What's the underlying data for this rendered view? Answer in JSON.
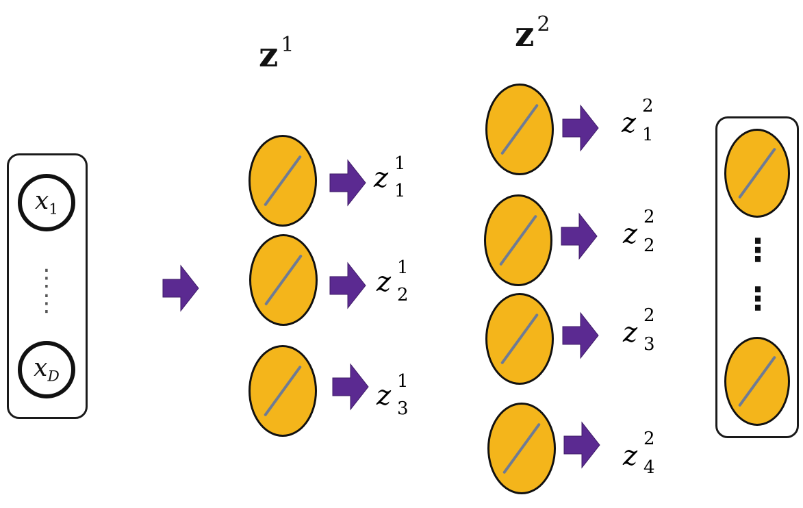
{
  "input": {
    "first": {
      "base": "x",
      "sub": "1"
    },
    "last": {
      "base": "x",
      "sub": "D"
    },
    "dots": "⋮"
  },
  "layer1": {
    "title": {
      "base": "z",
      "sup": "1"
    },
    "nodes": [
      {
        "base": "z",
        "sup": "1",
        "sub": "1"
      },
      {
        "base": "z",
        "sup": "1",
        "sub": "2"
      },
      {
        "base": "z",
        "sup": "1",
        "sub": "3"
      }
    ]
  },
  "layer2": {
    "title": {
      "base": "z",
      "sup": "2"
    },
    "nodes": [
      {
        "base": "z",
        "sup": "2",
        "sub": "1"
      },
      {
        "base": "z",
        "sup": "2",
        "sub": "2"
      },
      {
        "base": "z",
        "sup": "2",
        "sub": "3"
      },
      {
        "base": "z",
        "sup": "2",
        "sub": "4"
      }
    ]
  },
  "output": {
    "dots": "⋮"
  },
  "colors": {
    "neuron_fill": "#f4b51b",
    "arrow_fill": "#5b2a91",
    "activation_line": "#6e7b95"
  },
  "icons": {
    "arrow": "right-arrow-icon",
    "activation": "linear-activation-icon"
  }
}
